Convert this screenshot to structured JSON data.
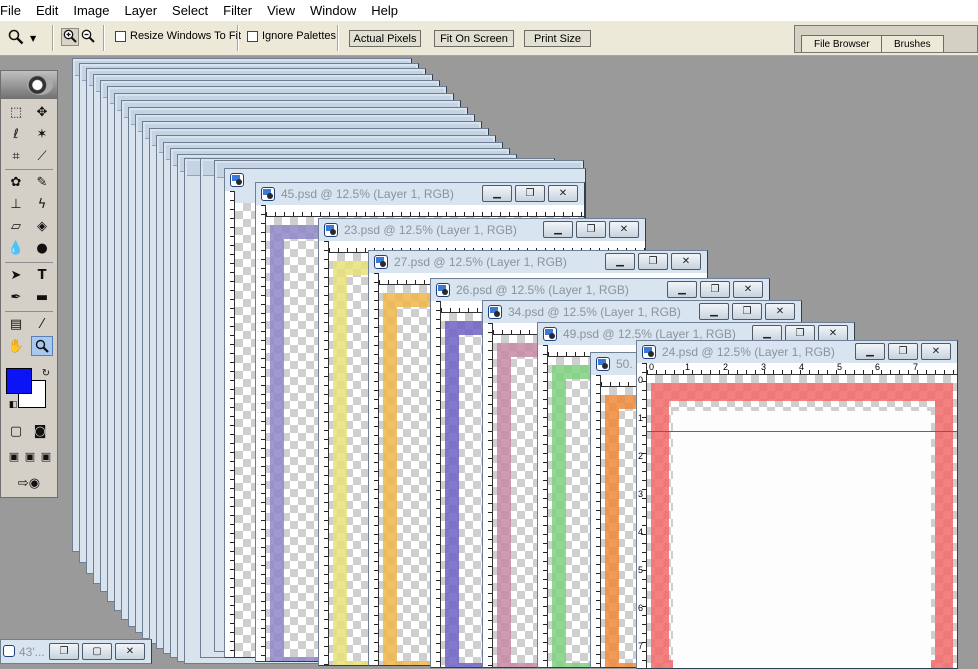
{
  "menubar": [
    "File",
    "Edit",
    "Image",
    "Layer",
    "Select",
    "Filter",
    "View",
    "Window",
    "Help"
  ],
  "options_bar": {
    "resize_windows_label": "Resize Windows To Fit",
    "ignore_palettes_label": "Ignore Palettes",
    "actual_pixels_label": "Actual Pixels",
    "fit_on_screen_label": "Fit On Screen",
    "print_size_label": "Print Size"
  },
  "palette_well": {
    "tabs": [
      "File Browser",
      "Brushes"
    ]
  },
  "toolbox": {
    "foreground_color": "#0a14f5",
    "background_color": "#ffffff"
  },
  "windows": [
    {
      "title": "45.psd @ 12.5% (Layer 1, RGB)",
      "border_color": "#8f87c8"
    },
    {
      "title": "23.psd @ 12.5% (Layer 1, RGB)",
      "border_color": "#e7e07a"
    },
    {
      "title": "27.psd @ 12.5% (Layer 1, RGB)",
      "border_color": "#f0b64a"
    },
    {
      "title": "26.psd @ 12.5% (Layer 1, RGB)",
      "border_color": "#6e63c4"
    },
    {
      "title": "34.psd @ 12.5% (Layer 1, RGB)",
      "border_color": "#c58aa6"
    },
    {
      "title": "49.psd @ 12.5% (Layer 1, RGB)",
      "border_color": "#7fd07f"
    },
    {
      "title": "50.",
      "border_color": "#f08a3a"
    },
    {
      "title": "24.psd @ 12.5% (Layer 1, RGB)",
      "border_color": "#f26a6a"
    }
  ],
  "minimized_window": {
    "title": "43'..."
  },
  "ruler_numbers": [
    "0",
    "1",
    "2",
    "3",
    "4",
    "5",
    "6",
    "7"
  ]
}
